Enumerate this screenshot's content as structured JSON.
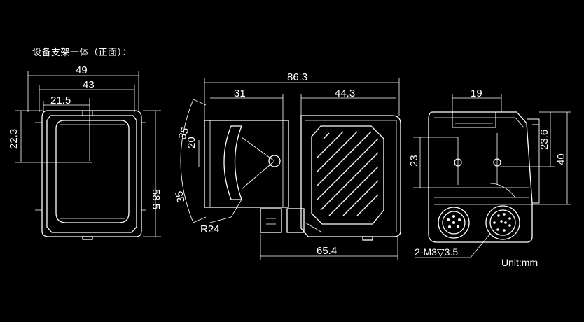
{
  "heading": "设备支架一体（正面）：",
  "unit_label": "Unit:mm",
  "front_view": {
    "dims": {
      "overall_width": "49",
      "inner_width": "43",
      "window_width": "21.5",
      "window_height": "22.3",
      "overall_height": "58.5"
    }
  },
  "side_view": {
    "dims": {
      "overall_length": "86.3",
      "left_section": "31",
      "right_section": "44.3",
      "angle_upper": "35",
      "offset": "20",
      "angle_lower": "35",
      "bottom_length": "65.4"
    },
    "radius_label": "R24"
  },
  "rear_view": {
    "dims": {
      "top_width": "19",
      "left_height": "23",
      "right_upper": "23.6",
      "right_total": "40"
    },
    "thread_label": "2-M3▽3.5"
  }
}
